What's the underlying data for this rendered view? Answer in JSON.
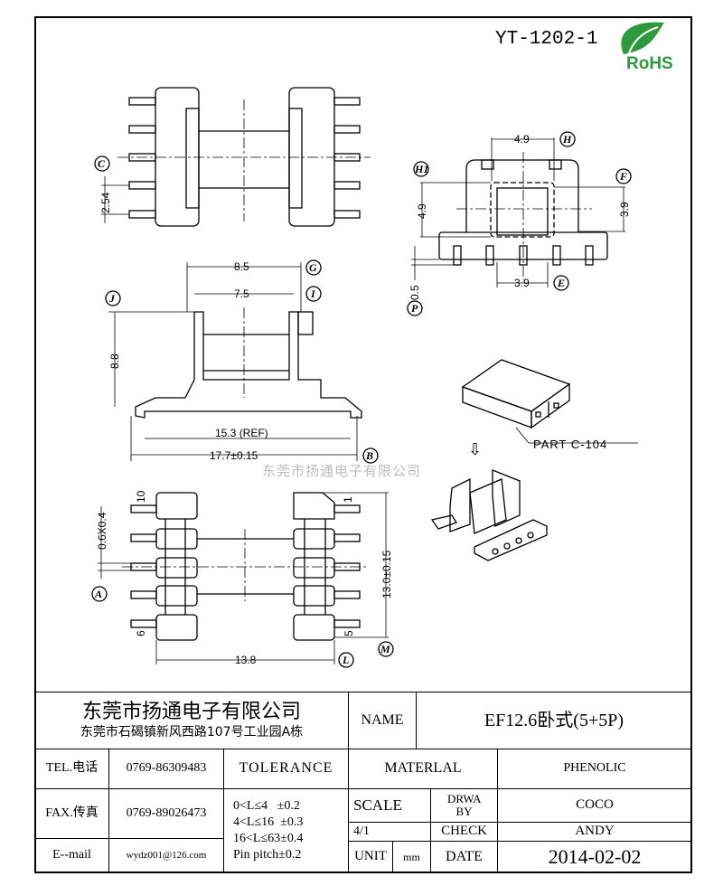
{
  "drawing_number": "YT-1202-1",
  "rohs_logo": {
    "text": "RoHS",
    "color": "#2e9a3e"
  },
  "watermark": "东莞市扬通电子有限公司",
  "part_label": "PART C-104",
  "arrow_glyph": "⇩",
  "views": {
    "top_left": {
      "pitch": "2.54",
      "label_c": "C"
    },
    "side": {
      "w1": "8.5",
      "w2": "7.5",
      "h": "8.8",
      "ref": "15.3 (REF)",
      "overall": "17.7±0.15",
      "label_g": "G",
      "label_i": "I",
      "label_j": "J",
      "label_b": "B"
    },
    "front": {
      "top": "4.9",
      "left": "4.9",
      "right": "3.9",
      "bottom": "3.9",
      "pin": "0.5",
      "label_h": "H",
      "label_h1": "H1",
      "label_f": "F",
      "label_e": "E",
      "label_p": "P"
    },
    "bottom": {
      "pin_size": "0.6X0.4",
      "width": "13.8",
      "height": "13.0±0.15",
      "label_a": "A",
      "label_l": "L",
      "label_m": "M",
      "pin10": "10",
      "pin6": "6",
      "pin1": "1",
      "pin5": "5"
    }
  },
  "title_block": {
    "company": "东莞市扬通电子有限公司",
    "address": "东莞市石碣镇新风西路107号工业园A栋",
    "name_label": "NAME",
    "name_value": "EF12.6卧式(5+5P)",
    "tel_label": "TEL.电话",
    "tel_value": "0769-86309483",
    "fax_label": "FAX.传真",
    "fax_value": "0769-89026473",
    "email_label": "E--mail",
    "email_value": "wydz001@126.com",
    "tolerance_label": "TOLERANCE",
    "tolerances": [
      "0<L≤4   ±0.2",
      "4<L≤16  ±0.3",
      "16<L≤63±0.4",
      "Pin pitch±0.2"
    ],
    "material_label": "MATERLAL",
    "material_value": "PHENOLIC",
    "scale_label": "SCALE",
    "scale_value": "4/1",
    "drawn_by_label": "DRWA BY",
    "drawn_by_value": "COCO",
    "check_label": "CHECK",
    "check_value": "ANDY",
    "unit_label": "UNIT",
    "unit_value": "mm",
    "date_label": "DATE",
    "date_value": "2014-02-02"
  }
}
